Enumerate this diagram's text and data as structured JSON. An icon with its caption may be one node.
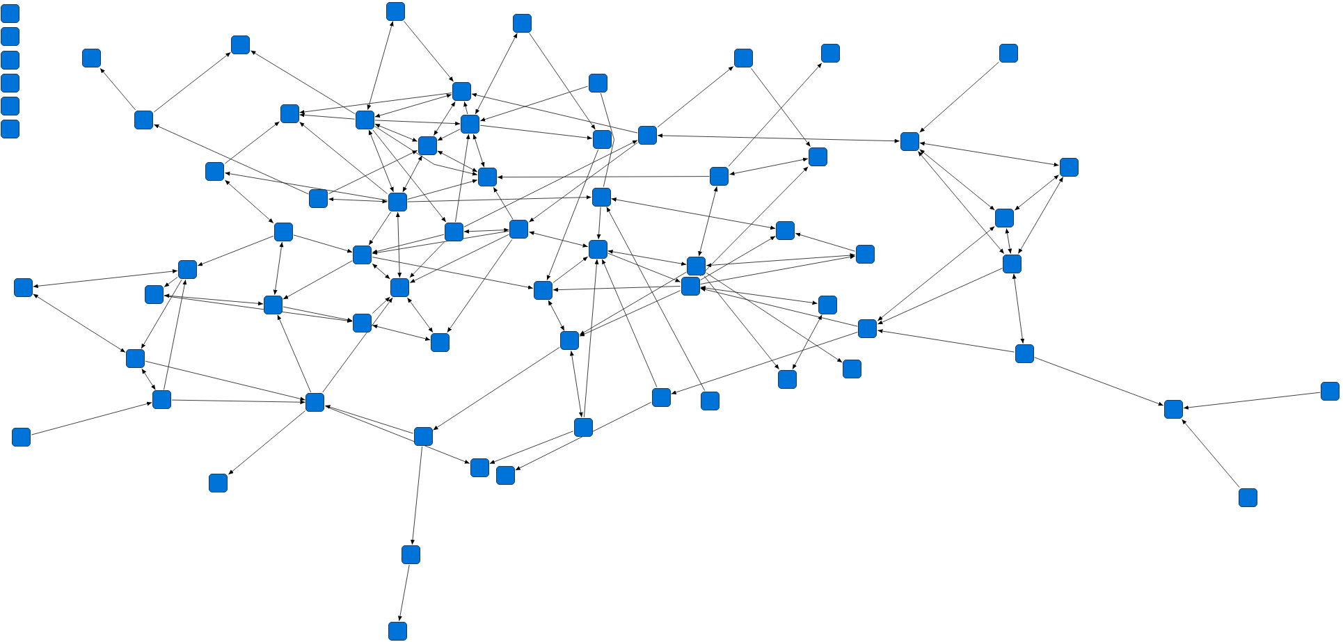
{
  "diagram": {
    "nodes": [
      {
        "text": [],
        "shape": "box"
      },
      {
        "text": [],
        "shape": "box"
      },
      {
        "text": [],
        "shape": "box"
      },
      {
        "text": [],
        "shape": "box"
      },
      {
        "text": [],
        "shape": "box"
      },
      {
        "text": [],
        "shape": "box"
      },
      {
        "text": [],
        "shape": "box"
      },
      {
        "text": [],
        "shape": "box"
      },
      {
        "text": [],
        "shape": "box"
      },
      {
        "text": [],
        "shape": "box"
      },
      {
        "text": [],
        "shape": "box"
      },
      {
        "text": [],
        "shape": "box"
      },
      {
        "text": [],
        "shape": "box"
      },
      {
        "text": [],
        "shape": "box"
      },
      {
        "text": [],
        "shape": "box"
      },
      {
        "text": [],
        "shape": "box"
      },
      {
        "text": [],
        "shape": "box"
      },
      {
        "text": [],
        "shape": "box"
      },
      {
        "text": [],
        "shape": "box"
      },
      {
        "text": [],
        "shape": "box"
      },
      {
        "text": [],
        "shape": "box"
      },
      {
        "text": [],
        "shape": "box"
      },
      {
        "text": [],
        "shape": "box"
      },
      {
        "text": [],
        "shape": "box"
      },
      {
        "text": [],
        "shape": "box"
      },
      {
        "text": [],
        "shape": "box"
      },
      {
        "text": [],
        "shape": "box"
      },
      {
        "text": [],
        "shape": "box"
      },
      {
        "text": [],
        "shape": "box"
      },
      {
        "text": [],
        "shape": "box"
      },
      {
        "text": [],
        "shape": "box"
      },
      {
        "text": [],
        "shape": "box"
      },
      {
        "text": [],
        "shape": "box"
      },
      {
        "text": [],
        "shape": "box"
      },
      {
        "text": [],
        "shape": "box"
      },
      {
        "text": [],
        "shape": "box"
      },
      {
        "text": [],
        "shape": "box"
      },
      {
        "text": [],
        "shape": "box"
      },
      {
        "text": [],
        "shape": "box"
      },
      {
        "text": [],
        "shape": "box"
      },
      {
        "text": [],
        "shape": "box"
      },
      {
        "text": [],
        "shape": "box"
      },
      {
        "text": [],
        "shape": "box"
      },
      {
        "text": [],
        "shape": "box"
      },
      {
        "text": [],
        "shape": "box"
      },
      {
        "text": [],
        "shape": "box"
      },
      {
        "text": [],
        "shape": "box"
      },
      {
        "text": [],
        "shape": "box"
      },
      {
        "text": [],
        "shape": "box"
      },
      {
        "text": [],
        "shape": "box"
      },
      {
        "text": [],
        "shape": "box"
      },
      {
        "text": [],
        "shape": "box"
      },
      {
        "text": [],
        "shape": "box"
      },
      {
        "text": [],
        "shape": "box"
      },
      {
        "text": [],
        "shape": "box"
      },
      {
        "text": [],
        "shape": "box"
      },
      {
        "text": [],
        "shape": "box"
      },
      {
        "text": [],
        "shape": "box"
      },
      {
        "text": [],
        "shape": "box"
      },
      {
        "text": [],
        "shape": "box"
      },
      {
        "text": [],
        "shape": "box"
      },
      {
        "text": [],
        "shape": "box"
      },
      {
        "text": [],
        "shape": "box"
      },
      {
        "text": [],
        "shape": "box"
      },
      {
        "text": [],
        "shape": "box"
      },
      {
        "text": [],
        "shape": "box"
      },
      {
        "text": [],
        "shape": "box"
      },
      {
        "text": [],
        "shape": "box"
      },
      {
        "text": [],
        "shape": "box"
      },
      {
        "text": [],
        "shape": "box"
      },
      {
        "text": [],
        "shape": "box"
      },
      {
        "text": [],
        "shape": "box"
      }
    ],
    "edges": [
      {
        "from": 15,
        "to": 9,
        "arrow": "to"
      },
      {
        "from": 15,
        "to": 8,
        "arrow": "to"
      },
      {
        "from": 17,
        "to": 8,
        "arrow": "to"
      },
      {
        "from": 28,
        "to": 15,
        "arrow": "to"
      },
      {
        "from": 17,
        "to": 6,
        "arrow": "both"
      },
      {
        "from": 6,
        "to": 14,
        "arrow": "to"
      },
      {
        "from": 7,
        "to": 19,
        "arrow": "to"
      },
      {
        "from": 18,
        "to": 7,
        "arrow": "both"
      },
      {
        "from": 17,
        "to": 16,
        "arrow": "to"
      },
      {
        "from": 14,
        "to": 16,
        "arrow": "to"
      },
      {
        "from": 17,
        "to": 14,
        "arrow": "both"
      },
      {
        "from": 17,
        "to": 18,
        "arrow": "to"
      },
      {
        "from": 17,
        "to": 22,
        "arrow": "both"
      },
      {
        "from": 25,
        "to": 16,
        "arrow": "to"
      },
      {
        "from": 29,
        "to": 16,
        "arrow": "to"
      },
      {
        "from": 25,
        "to": 32,
        "arrow": "both"
      },
      {
        "from": 29,
        "to": 25,
        "arrow": "to"
      },
      {
        "from": 17,
        "to": 29,
        "arrow": "both"
      },
      {
        "from": 17,
        "to": 26,
        "arrow": "to"
      },
      {
        "from": 17,
        "to": 33,
        "arrow": "to"
      },
      {
        "from": 22,
        "to": 14,
        "arrow": "both"
      },
      {
        "from": 18,
        "to": 14,
        "arrow": "to"
      },
      {
        "from": 18,
        "to": 22,
        "arrow": "to"
      },
      {
        "from": 22,
        "to": 26,
        "arrow": "both"
      },
      {
        "from": 18,
        "to": 26,
        "arrow": "both"
      },
      {
        "from": 28,
        "to": 22,
        "arrow": "to"
      },
      {
        "from": 29,
        "to": 22,
        "arrow": "both"
      },
      {
        "from": 33,
        "to": 18,
        "arrow": "to"
      },
      {
        "from": 29,
        "to": 26,
        "arrow": "to"
      },
      {
        "from": 29,
        "to": 28,
        "arrow": "both"
      },
      {
        "from": 18,
        "to": 19,
        "arrow": "to"
      },
      {
        "from": 13,
        "to": 18,
        "arrow": "to"
      },
      {
        "from": 20,
        "to": 14,
        "arrow": "to"
      },
      {
        "from": 21,
        "to": 20,
        "arrow": "both"
      },
      {
        "from": 20,
        "to": 10,
        "arrow": "to"
      },
      {
        "from": 27,
        "to": 11,
        "arrow": "to"
      },
      {
        "from": 10,
        "to": 23,
        "arrow": "to"
      },
      {
        "from": 27,
        "to": 23,
        "arrow": "both"
      },
      {
        "from": 27,
        "to": 26,
        "arrow": "to"
      },
      {
        "from": 27,
        "to": 39,
        "arrow": "both"
      },
      {
        "from": 30,
        "to": 38,
        "arrow": "to"
      },
      {
        "from": 13,
        "to": 30,
        "arrow": "none"
      },
      {
        "from": 19,
        "to": 44,
        "arrow": "to"
      },
      {
        "from": 33,
        "to": 20,
        "arrow": "to"
      },
      {
        "from": 20,
        "to": 34,
        "arrow": "to"
      },
      {
        "from": 30,
        "to": 35,
        "arrow": "both"
      },
      {
        "from": 29,
        "to": 30,
        "arrow": "to"
      },
      {
        "from": 34,
        "to": 26,
        "arrow": "to"
      },
      {
        "from": 34,
        "to": 38,
        "arrow": "both"
      },
      {
        "from": 38,
        "to": 39,
        "arrow": "both"
      },
      {
        "from": 36,
        "to": 35,
        "arrow": "to"
      },
      {
        "from": 36,
        "to": 39,
        "arrow": "both"
      },
      {
        "from": 45,
        "to": 23,
        "arrow": "to"
      },
      {
        "from": 45,
        "to": 35,
        "arrow": "to"
      },
      {
        "from": 38,
        "to": 45,
        "arrow": "to"
      },
      {
        "from": 45,
        "to": 44,
        "arrow": "to"
      },
      {
        "from": 44,
        "to": 38,
        "arrow": "to"
      },
      {
        "from": 44,
        "to": 52,
        "arrow": "both"
      },
      {
        "from": 52,
        "to": 65,
        "arrow": "both"
      },
      {
        "from": 45,
        "to": 52,
        "arrow": "to"
      },
      {
        "from": 39,
        "to": 52,
        "arrow": "to"
      },
      {
        "from": 65,
        "to": 38,
        "arrow": "to"
      },
      {
        "from": 59,
        "to": 38,
        "arrow": "to"
      },
      {
        "from": 60,
        "to": 30,
        "arrow": "to"
      },
      {
        "from": 39,
        "to": 54,
        "arrow": "to"
      },
      {
        "from": 39,
        "to": 55,
        "arrow": "to"
      },
      {
        "from": 48,
        "to": 54,
        "arrow": "both"
      },
      {
        "from": 45,
        "to": 48,
        "arrow": "both"
      },
      {
        "from": 50,
        "to": 45,
        "arrow": "to"
      },
      {
        "from": 50,
        "to": 59,
        "arrow": "to"
      },
      {
        "from": 56,
        "to": 50,
        "arrow": "to"
      },
      {
        "from": 46,
        "to": 50,
        "arrow": "to"
      },
      {
        "from": 31,
        "to": 50,
        "arrow": "both"
      },
      {
        "from": 45,
        "to": 36,
        "arrow": "to"
      },
      {
        "from": 12,
        "to": 21,
        "arrow": "to"
      },
      {
        "from": 21,
        "to": 24,
        "arrow": "both"
      },
      {
        "from": 21,
        "to": 31,
        "arrow": "both"
      },
      {
        "from": 21,
        "to": 46,
        "arrow": "both"
      },
      {
        "from": 31,
        "to": 24,
        "arrow": "both"
      },
      {
        "from": 24,
        "to": 46,
        "arrow": "both"
      },
      {
        "from": 31,
        "to": 46,
        "arrow": "both"
      },
      {
        "from": 46,
        "to": 56,
        "arrow": "both"
      },
      {
        "from": 56,
        "to": 62,
        "arrow": "to"
      },
      {
        "from": 61,
        "to": 62,
        "arrow": "to"
      },
      {
        "from": 69,
        "to": 62,
        "arrow": "to"
      },
      {
        "from": 40,
        "to": 41,
        "arrow": "both"
      },
      {
        "from": 41,
        "to": 53,
        "arrow": "both"
      },
      {
        "from": 40,
        "to": 42,
        "arrow": "to"
      },
      {
        "from": 40,
        "to": 53,
        "arrow": "to"
      },
      {
        "from": 53,
        "to": 57,
        "arrow": "both"
      },
      {
        "from": 57,
        "to": 40,
        "arrow": "to"
      },
      {
        "from": 57,
        "to": 58,
        "arrow": "to"
      },
      {
        "from": 53,
        "to": 58,
        "arrow": "to"
      },
      {
        "from": 63,
        "to": 57,
        "arrow": "to"
      },
      {
        "from": 58,
        "to": 68,
        "arrow": "to"
      },
      {
        "from": 58,
        "to": 47,
        "arrow": "to"
      },
      {
        "from": 58,
        "to": 43,
        "arrow": "to"
      },
      {
        "from": 42,
        "to": 47,
        "arrow": "both"
      },
      {
        "from": 47,
        "to": 49,
        "arrow": "to"
      },
      {
        "from": 42,
        "to": 49,
        "arrow": "to"
      },
      {
        "from": 49,
        "to": 51,
        "arrow": "both"
      },
      {
        "from": 43,
        "to": 51,
        "arrow": "both"
      },
      {
        "from": 32,
        "to": 40,
        "arrow": "to"
      },
      {
        "from": 32,
        "to": 47,
        "arrow": "both"
      },
      {
        "from": 37,
        "to": 47,
        "arrow": "to"
      },
      {
        "from": 32,
        "to": 37,
        "arrow": "to"
      },
      {
        "from": 29,
        "to": 37,
        "arrow": "to"
      },
      {
        "from": 37,
        "to": 43,
        "arrow": "both"
      },
      {
        "from": 29,
        "to": 43,
        "arrow": "both"
      },
      {
        "from": 33,
        "to": 37,
        "arrow": "to"
      },
      {
        "from": 34,
        "to": 37,
        "arrow": "to"
      },
      {
        "from": 33,
        "to": 43,
        "arrow": "to"
      },
      {
        "from": 34,
        "to": 43,
        "arrow": "to"
      },
      {
        "from": 37,
        "to": 44,
        "arrow": "to"
      },
      {
        "from": 34,
        "to": 51,
        "arrow": "to"
      },
      {
        "from": 49,
        "to": 43,
        "arrow": "to"
      },
      {
        "from": 34,
        "to": 33,
        "arrow": "both"
      },
      {
        "from": 58,
        "to": 66,
        "arrow": "to"
      },
      {
        "from": 64,
        "to": 58,
        "arrow": "to"
      },
      {
        "from": 64,
        "to": 70,
        "arrow": "to"
      },
      {
        "from": 70,
        "to": 71,
        "arrow": "to"
      },
      {
        "from": 52,
        "to": 64,
        "arrow": "to"
      },
      {
        "from": 65,
        "to": 66,
        "arrow": "to"
      },
      {
        "from": 59,
        "to": 67,
        "arrow": "to"
      }
    ]
  }
}
